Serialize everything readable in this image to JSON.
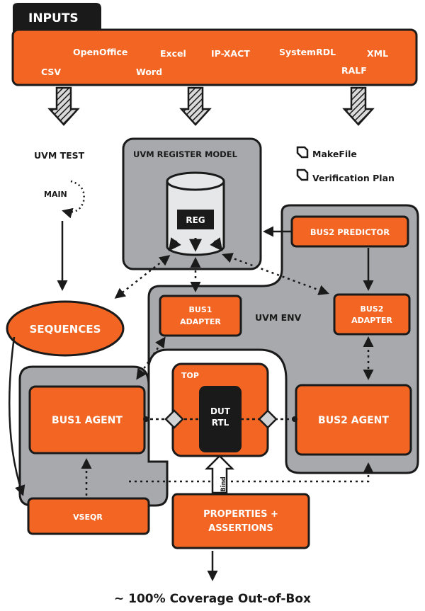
{
  "header": {
    "title": "INPUTS"
  },
  "inputs": {
    "items": [
      "OpenOffice",
      "Excel",
      "IP-XACT",
      "SystemRDL",
      "XML",
      "CSV",
      "Word",
      "RALF"
    ]
  },
  "left_labels": {
    "uvm_test": "UVM TEST",
    "main": "MAIN"
  },
  "register_model": {
    "title": "UVM REGISTER MODEL",
    "reg": "REG"
  },
  "files": {
    "makefile": "MakeFile",
    "verification_plan": "Verification Plan"
  },
  "blocks": {
    "bus2_predictor": "BUS2 PREDICTOR",
    "bus1_adapter_line1": "BUS1",
    "bus1_adapter_line2": "ADAPTER",
    "bus2_adapter_line1": "BUS2",
    "bus2_adapter_line2": "ADAPTER",
    "uvm_env": "UVM ENV",
    "sequences": "SEQUENCES",
    "top": "TOP",
    "dut_line1": "DUT",
    "dut_line2": "RTL",
    "bus1_agent": "BUS1 AGENT",
    "bus2_agent": "BUS2 AGENT",
    "vseqr": "VSEQR",
    "bind": "Bind",
    "properties_line1": "PROPERTIES +",
    "properties_line2": "ASSERTIONS"
  },
  "footer": {
    "coverage": "~ 100% Coverage Out-of-Box"
  },
  "colors": {
    "orange": "#f26522",
    "gray": "#a7a9ac",
    "dark": "#1a1a1a",
    "white": "#ffffff"
  }
}
